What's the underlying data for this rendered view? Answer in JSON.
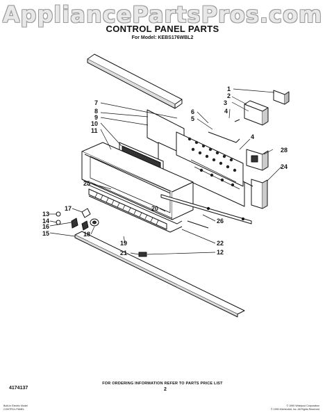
{
  "watermark": "AppliancePartsPros.com",
  "title": "CONTROL PANEL PARTS",
  "subtitle": "For Model: KEBS176WBL2",
  "callouts": [
    "1",
    "2",
    "3",
    "4",
    "6",
    "5",
    "7",
    "8",
    "9",
    "10",
    "11",
    "4",
    "28",
    "24",
    "25",
    "13",
    "17",
    "14",
    "16",
    "15",
    "20",
    "18",
    "19",
    "21",
    "26",
    "22",
    "12"
  ],
  "footer_note": "FOR ORDERING INFORMATION REFER TO PARTS PRICE LIST",
  "doc_number": "4174137",
  "page_number": "2",
  "copyright": [
    "© 1990 Whirlpool Corporation",
    "© 1990 KitchenAid, Inc. All Rights Reserved"
  ],
  "bottom_left": [
    "Built-In Electric Model",
    "CONTROL PANEL"
  ]
}
